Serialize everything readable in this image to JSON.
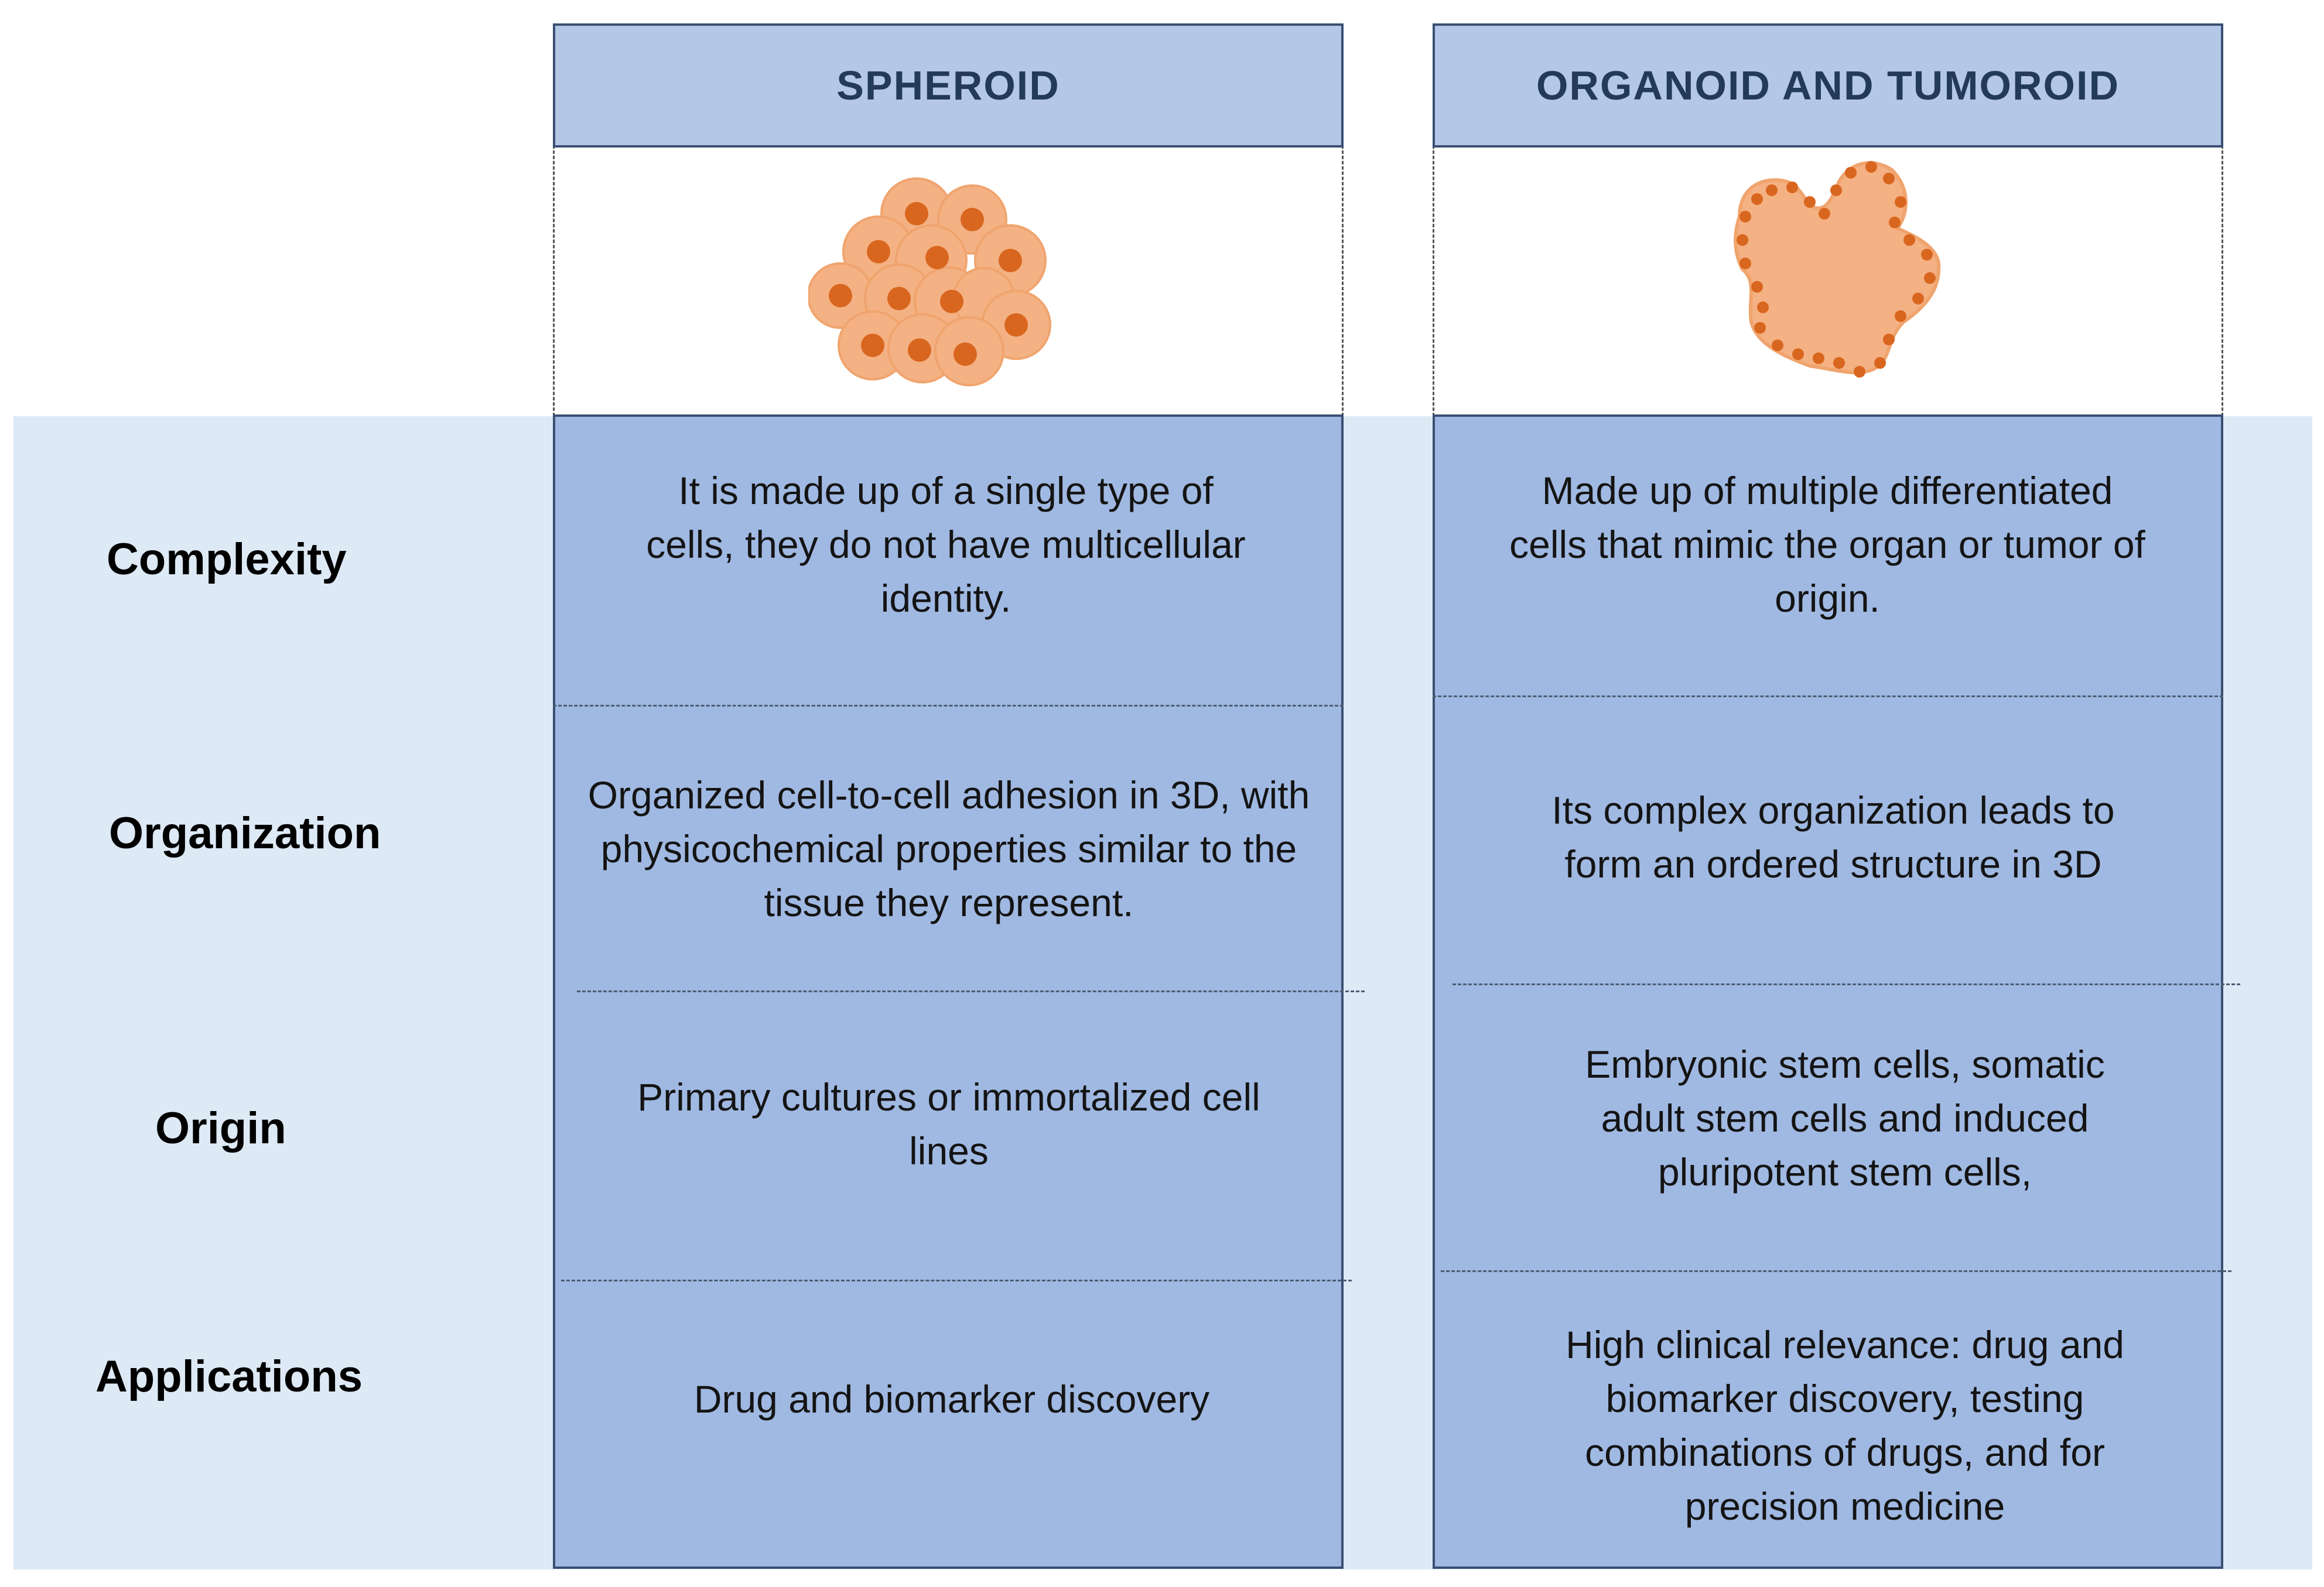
{
  "headers": {
    "spheroid": "SPHEROID",
    "organoid": "ORGANOID AND TUMOROID"
  },
  "rows": [
    {
      "label": "Complexity",
      "spheroid": "It is made up of a single type of cells, they do not have multicellular identity.",
      "organoid": "Made up of multiple differentiated cells that mimic the organ or tumor of origin."
    },
    {
      "label": "Organization",
      "spheroid": "Organized cell-to-cell adhesion in 3D, with physicochemical properties similar to the tissue they represent.",
      "organoid": "Its complex organization leads to form an ordered structure in 3D"
    },
    {
      "label": "Origin",
      "spheroid": "Primary cultures or immortalized cell lines",
      "organoid": "Embryonic stem cells, somatic adult stem cells and induced pluripotent stem cells,"
    },
    {
      "label": "Applications",
      "spheroid": "Drug and biomarker discovery",
      "organoid": "High clinical relevance:  drug and biomarker discovery, testing combinations of drugs, and for precision medicine"
    }
  ],
  "colors": {
    "band": "#dde9f5",
    "column_fill": "#a0b9e2",
    "header_fill": "#b4c7e7",
    "header_text": "#243a5a",
    "cell_outer": "#f4b183",
    "cell_nucleus": "#d9661f"
  },
  "icons": {
    "spheroid": "spheroid-cluster-icon",
    "organoid": "organoid-blob-icon"
  }
}
